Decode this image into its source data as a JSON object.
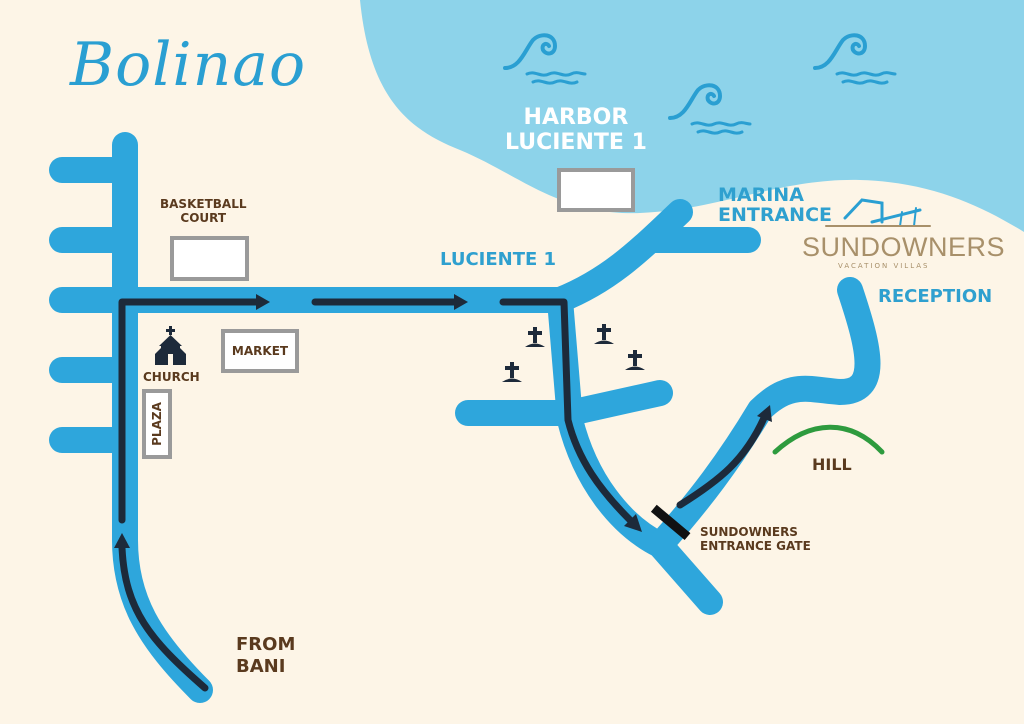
{
  "map": {
    "title": "Bolinao",
    "places": {
      "harbor": "HARBOR\nLUCIENTE 1",
      "marina": "MARINA\nENTRANCE",
      "luciente": "LUCIENTE 1",
      "reception": "RECEPTION",
      "basketball": "BASKETBALL\nCOURT",
      "market": "MARKET",
      "church": "CHURCH",
      "plaza": "PLAZA",
      "hill": "HILL",
      "gate": "SUNDOWNERS\nENTRANCE GATE",
      "from_bani": "FROM\nBANI"
    },
    "brand": {
      "name": "SUNDOWNERS",
      "tagline": "VACATION VILLAS"
    },
    "icons": [
      "wave-icon",
      "cross-icon",
      "church-icon",
      "resort-logo-icon"
    ],
    "colors": {
      "background": "#fdf5e7",
      "sea": "#8dd3ea",
      "road": "#2ea6dc",
      "route": "#1d2a3a",
      "label_blue": "#2fa0cf",
      "label_brown": "#5a3a1e",
      "hill": "#2e9b3e",
      "brand": "#a8906a"
    }
  }
}
